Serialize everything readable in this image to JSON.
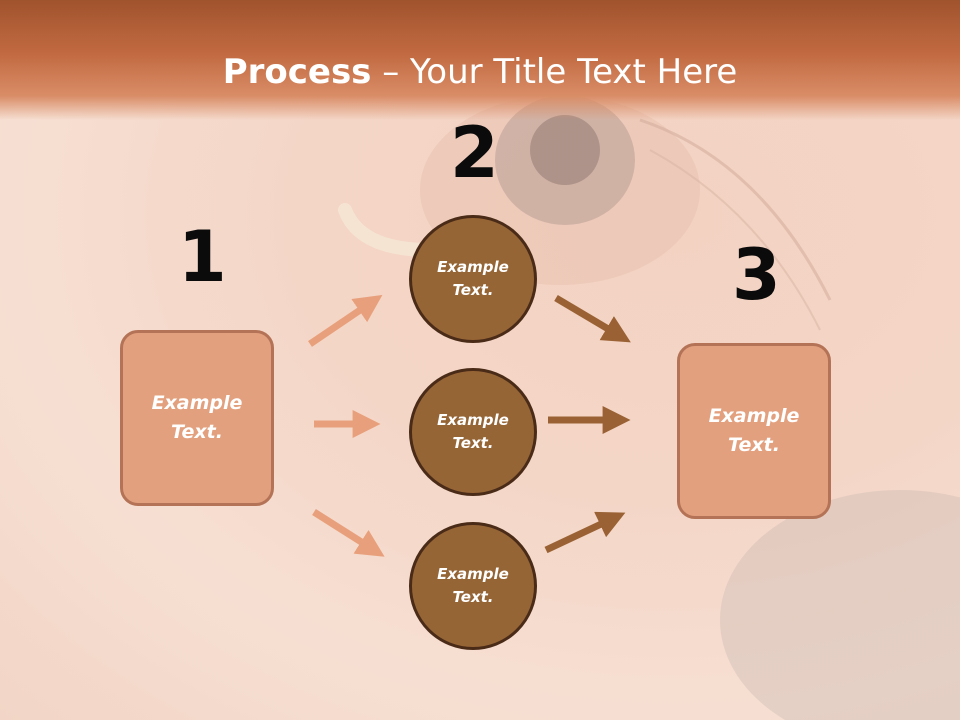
{
  "title": {
    "bold": "Process",
    "rest": " – Your Title Text Here"
  },
  "numbers": [
    "1",
    "2",
    "3"
  ],
  "left_box": "Example Text.",
  "right_box": "Example Text.",
  "circles": [
    "Example Text.",
    "Example Text.",
    "Example Text."
  ],
  "colors": {
    "title_bar": "#c26a41",
    "box_fill": "#e3a07e",
    "circle_fill": "#966536",
    "arrow_light": "#e8a07c",
    "arrow_dark": "#9a6234"
  }
}
